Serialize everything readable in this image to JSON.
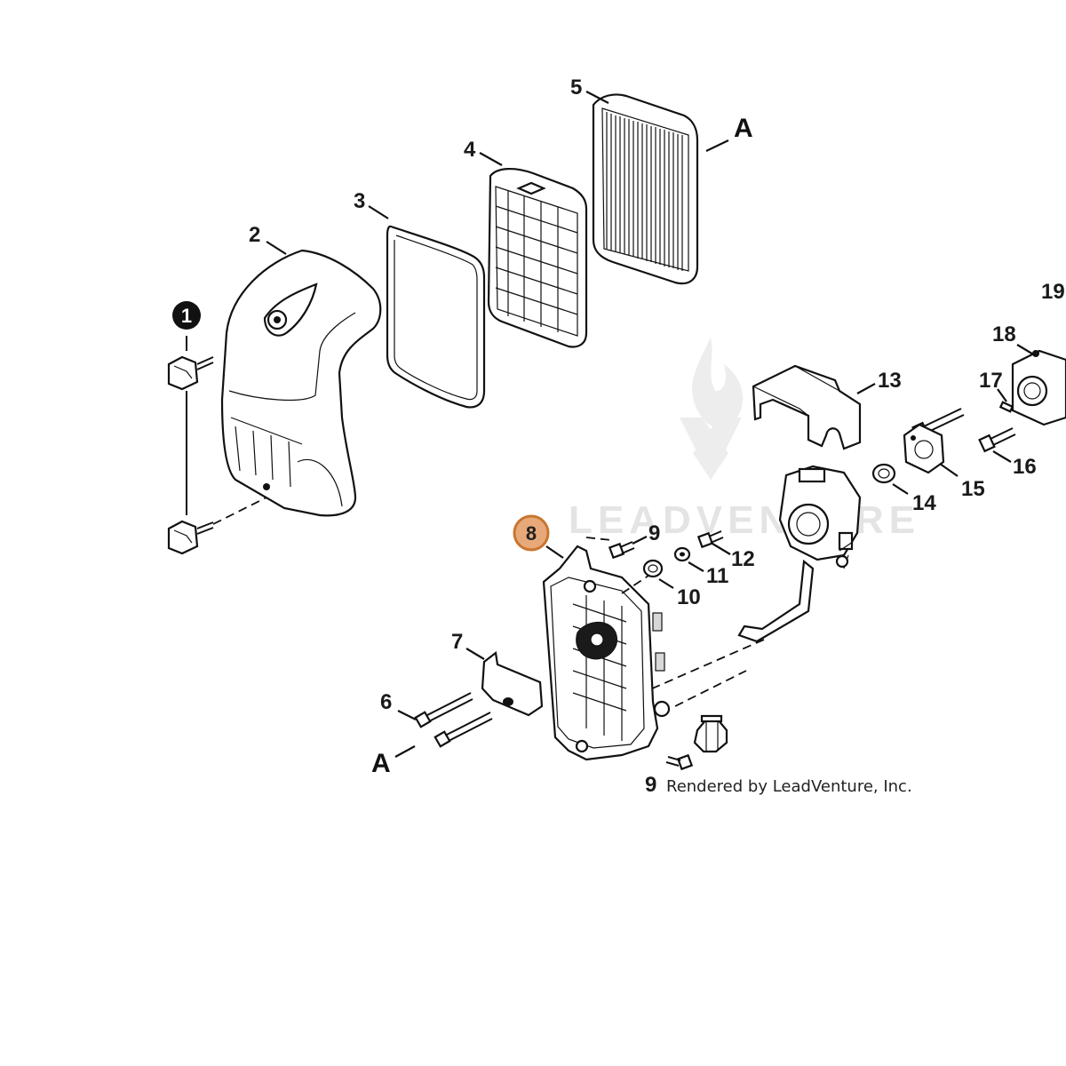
{
  "diagram": {
    "labels": {
      "p1": "1",
      "p2": "2",
      "p3": "3",
      "p4": "4",
      "p5": "5",
      "p6": "6",
      "p7": "7",
      "p8": "8",
      "p9a": "9",
      "p9b": "9",
      "p10": "10",
      "p11": "11",
      "p12": "12",
      "p13": "13",
      "p14": "14",
      "p15": "15",
      "p16": "16",
      "p17": "17",
      "p18": "18",
      "p19": "19"
    },
    "section_markers": {
      "a_top": "A",
      "a_bottom": "A"
    },
    "highlighted_part": "8",
    "credit": "Rendered by LeadVenture, Inc.",
    "watermark": "LEADVENTURE",
    "colors": {
      "highlight_fill": "#e8a97a",
      "highlight_stroke": "#c8762f",
      "ink": "#111111",
      "watermark": "#e2e2e2"
    }
  }
}
